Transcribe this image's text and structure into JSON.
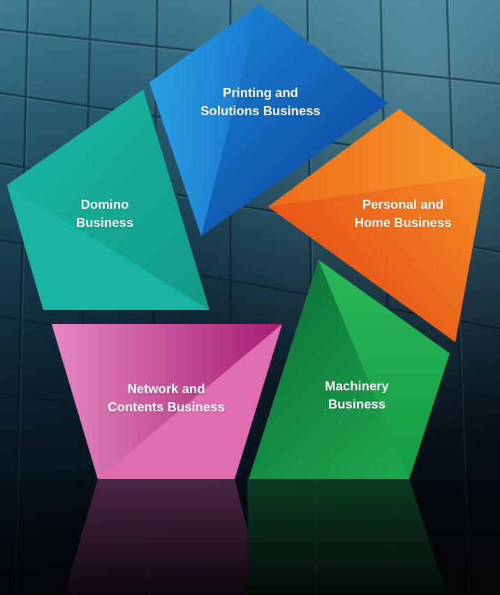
{
  "segments": {
    "printing": {
      "line1": "Printing and",
      "line2": "Solutions Business",
      "color": "#1565c0"
    },
    "personal": {
      "line1": "Personal and",
      "line2": "Home Business",
      "color": "#f07a1a"
    },
    "machinery": {
      "line1": "Machinery",
      "line2": "Business",
      "color": "#1f9a4a"
    },
    "network": {
      "line1": "Network and",
      "line2": "Contents Business",
      "color": "#d65aa8"
    },
    "domino": {
      "line1": "Domino",
      "line2": "Business",
      "color": "#14a89a"
    }
  }
}
